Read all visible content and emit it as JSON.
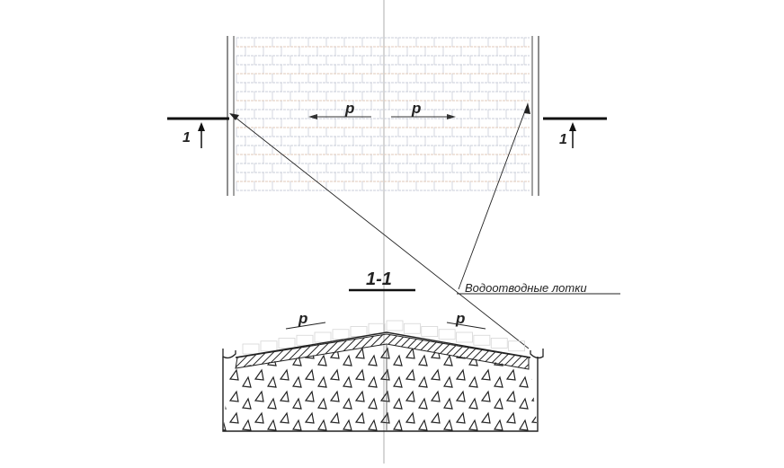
{
  "plan": {
    "slope_label_left": "p",
    "slope_label_right": "p",
    "cut_label_left": "1",
    "cut_label_right": "1"
  },
  "section": {
    "title": "1-1",
    "slope_label_left": "p",
    "slope_label_right": "p"
  },
  "callout": {
    "text": "Водоотводные лотки"
  },
  "colors": {
    "ink": "#222222",
    "brick_line_a": "#c9cdd8",
    "brick_line_b": "#e0c9b8",
    "axis": "#999999"
  }
}
